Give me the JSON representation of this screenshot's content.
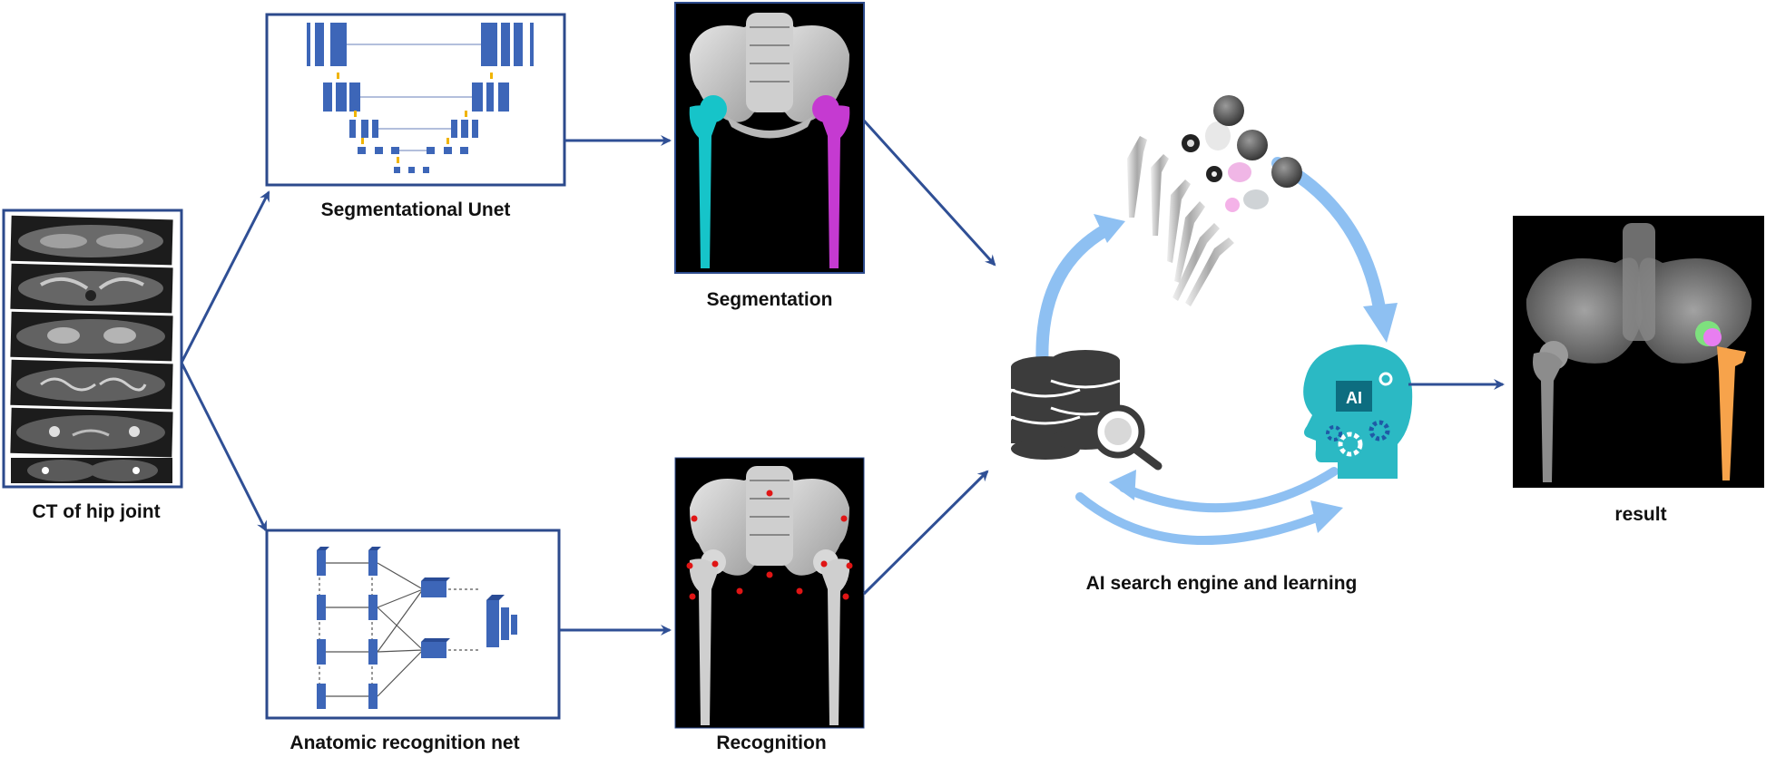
{
  "captions": {
    "ct": "CT of  hip joint",
    "unet": "Segmentational Unet",
    "anatomic": "Anatomic recognition net",
    "segmentation": "Segmentation",
    "recognition": "Recognition",
    "ai_engine": "AI search engine and learning",
    "result": "result"
  },
  "icons": {
    "ai_head_text": "AI"
  },
  "colors": {
    "box_border": "#2c4a8c",
    "arrow": "#2f4f95",
    "cycle_arrow": "#8ec0f2",
    "unet_block": "#3d66b8",
    "unet_connector": "#f0b400",
    "seg_left_femur": "#16c4c9",
    "seg_right_femur": "#c53ad1",
    "landmark": "#e01515",
    "ai_head": "#2bb9c4",
    "database": "#3c3c3c",
    "implant_stem": "#f7a34b",
    "implant_head_green": "#7ee07e",
    "implant_head_pink": "#e87ef0"
  }
}
